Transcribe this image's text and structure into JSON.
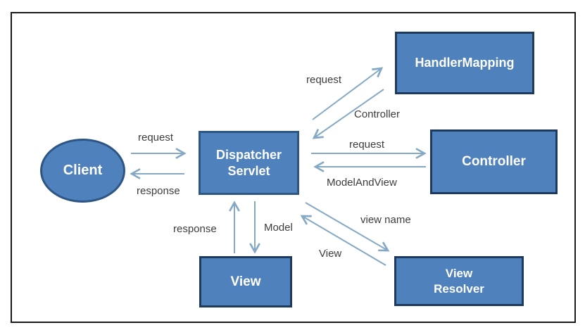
{
  "diagram": {
    "nodes": {
      "client": {
        "label": "Client"
      },
      "dispatcher": {
        "label_line1": "Dispatcher",
        "label_line2": "Servlet"
      },
      "handler_mapping": {
        "label": "HandlerMapping"
      },
      "controller": {
        "label": "Controller"
      },
      "view": {
        "label": "View"
      },
      "view_resolver": {
        "label_line1": "View",
        "label_line2": "Resolver"
      }
    },
    "edge_labels": {
      "client_request": "request",
      "client_response": "response",
      "handler_request": "request",
      "handler_controller": "Controller",
      "controller_request": "request",
      "controller_modelandview": "ModelAndView",
      "view_response": "response",
      "view_model": "Model",
      "resolver_view_name": "view name",
      "resolver_view": "View"
    },
    "colors": {
      "node_fill": "#4f81bd",
      "node_border_dark": "#1e3a5c",
      "node_border_medium": "#2d5685",
      "arrow": "#85a9c5",
      "label_text": "#3d3d3d",
      "node_text": "#ffffff",
      "frame_border": "#1a1a1a",
      "background": "#ffffff"
    }
  }
}
